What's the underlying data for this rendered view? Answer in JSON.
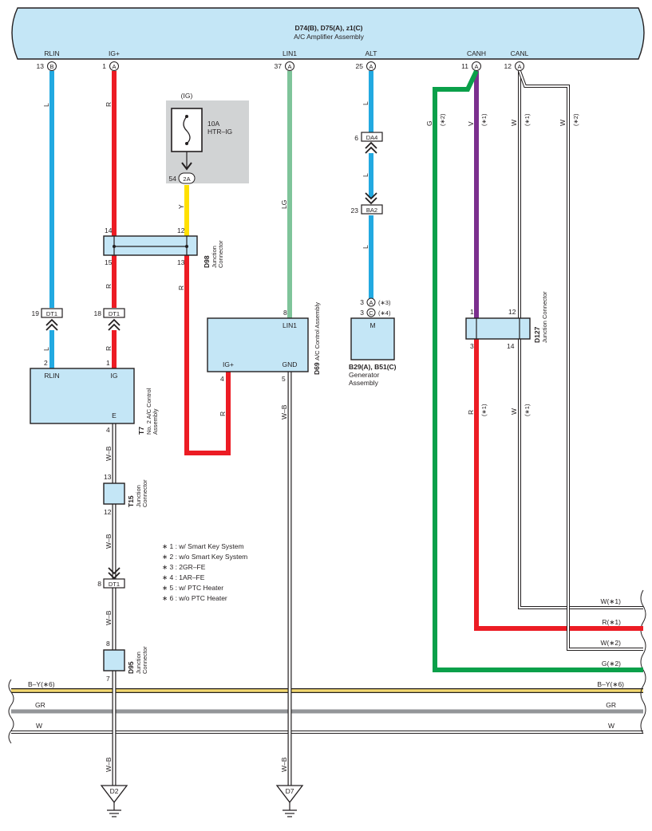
{
  "colors": {
    "L": "#22a9e1",
    "R": "#ec1c24",
    "Y": "#ffe000",
    "LG": "#7fc49a",
    "V": "#7b2f8e",
    "G": "#0aa04a",
    "WB": "#ffffff",
    "BY": "#f3d870",
    "GR": "#939598",
    "W": "#ffffff",
    "box": "#c4e6f6",
    "fuse_area": "#d1d3d4"
  },
  "amplifier": {
    "title": "D74(B), D75(A), z1(C)",
    "subtitle": "A/C Amplifier Assembly",
    "pins": [
      {
        "signal": "RLIN",
        "num": "13",
        "tag": "B"
      },
      {
        "signal": "IG+",
        "num": "1",
        "tag": "A"
      },
      {
        "signal": "LIN1",
        "num": "37",
        "tag": "A"
      },
      {
        "signal": "ALT",
        "num": "25",
        "tag": "A"
      },
      {
        "signal": "CANH",
        "num": "11",
        "tag": "A"
      },
      {
        "signal": "CANL",
        "num": "12",
        "tag": "A"
      }
    ]
  },
  "fuse": {
    "source": "(IG)",
    "rating": "10A",
    "name": "HTR–IG",
    "pin": "54",
    "tag": "2A"
  },
  "wire_labels": {
    "rlin_top": "L",
    "rlin_bottom": "L",
    "ig_top": "R",
    "ig_mid": "R",
    "ig_bottom": "R",
    "fuse_out": "Y",
    "jc13_out": "R",
    "lin1": "LG",
    "gnd_d69": "W–B",
    "alt_1": "L",
    "alt_2": "L",
    "alt_3": "L",
    "canh_g": "G",
    "canh_g_note": "(∗2)",
    "canh_v": "V",
    "canh_v_note": "(∗1)",
    "canl_w1": "W",
    "canl_w1_note": "(∗1)",
    "canl_w2": "W",
    "canl_w2_note": "(∗2)",
    "canh_r": "R",
    "canh_r_note": "(∗1)",
    "canl_w_low": "W",
    "canl_w_low_note": "(∗1)",
    "t7_gnd": "W–B",
    "t15_out": "W–B",
    "dt1_out": "W–B",
    "d2_wire": "W–B",
    "d7_wire": "W–B"
  },
  "connectors": {
    "dt1_rlin": {
      "pin": "19",
      "name": "DT1"
    },
    "dt1_ig": {
      "pin": "18",
      "name": "DT1"
    },
    "dt1_gnd": {
      "pin": "8",
      "name": "DT1"
    },
    "da4": {
      "pin": "6",
      "name": "DA4"
    },
    "ba2": {
      "pin": "23",
      "name": "BA2"
    }
  },
  "d98": {
    "code": "D98",
    "name": "Junction\nConnector",
    "pins": {
      "tl": "14",
      "tr": "12",
      "bl": "15",
      "br": "13"
    }
  },
  "d127": {
    "code": "D127",
    "name": "Junction Connector",
    "pins": {
      "tl": "1",
      "tr": "12",
      "bl": "3",
      "br": "14"
    }
  },
  "t15": {
    "code": "T15",
    "name": "Junction\nConnector",
    "pin_top": "13",
    "pin_bottom": "12"
  },
  "d95": {
    "code": "D95",
    "name": "Junction\nConnector",
    "pin_top": "8",
    "pin_bottom": "7"
  },
  "t7": {
    "code": "T7",
    "name": "No. 2 A/C Control\nAssembly",
    "pin_rlin": "2",
    "label_rlin": "RLIN",
    "pin_ig": "1",
    "label_ig": "IG",
    "label_e": "E",
    "pin_e": "4"
  },
  "d69": {
    "code": "D69",
    "name": "A/C Control Assembly",
    "pin_lin1": "8",
    "label_lin1": "LIN1",
    "label_ig": "IG+",
    "pin_ig": "4",
    "label_gnd": "GND",
    "pin_gnd": "5"
  },
  "generator": {
    "code": "B29(A), B51(C)",
    "name": "Generator\nAssembly",
    "label_m": "M",
    "pin_a": "3",
    "tag_a": "A",
    "note_a": "(∗3)",
    "pin_c": "3",
    "tag_c": "C",
    "note_c": "(∗4)"
  },
  "notes": [
    "∗ 1 : w/ Smart Key System",
    "∗ 2 : w/o Smart Key System",
    "∗ 3 : 2GR–FE",
    "∗ 4 : 1AR–FE",
    "∗ 5 : w/ PTC Heater",
    "∗ 6 : w/o PTC Heater"
  ],
  "right_exits": [
    "W(∗1)",
    "R(∗1)",
    "W(∗2)",
    "G(∗2)"
  ],
  "bus": [
    {
      "left": "B–Y(∗6)",
      "right": "B–Y(∗6)"
    },
    {
      "left": "GR",
      "right": "GR"
    },
    {
      "left": "W",
      "right": "W"
    }
  ],
  "grounds": [
    {
      "id": "D2"
    },
    {
      "id": "D7"
    }
  ]
}
